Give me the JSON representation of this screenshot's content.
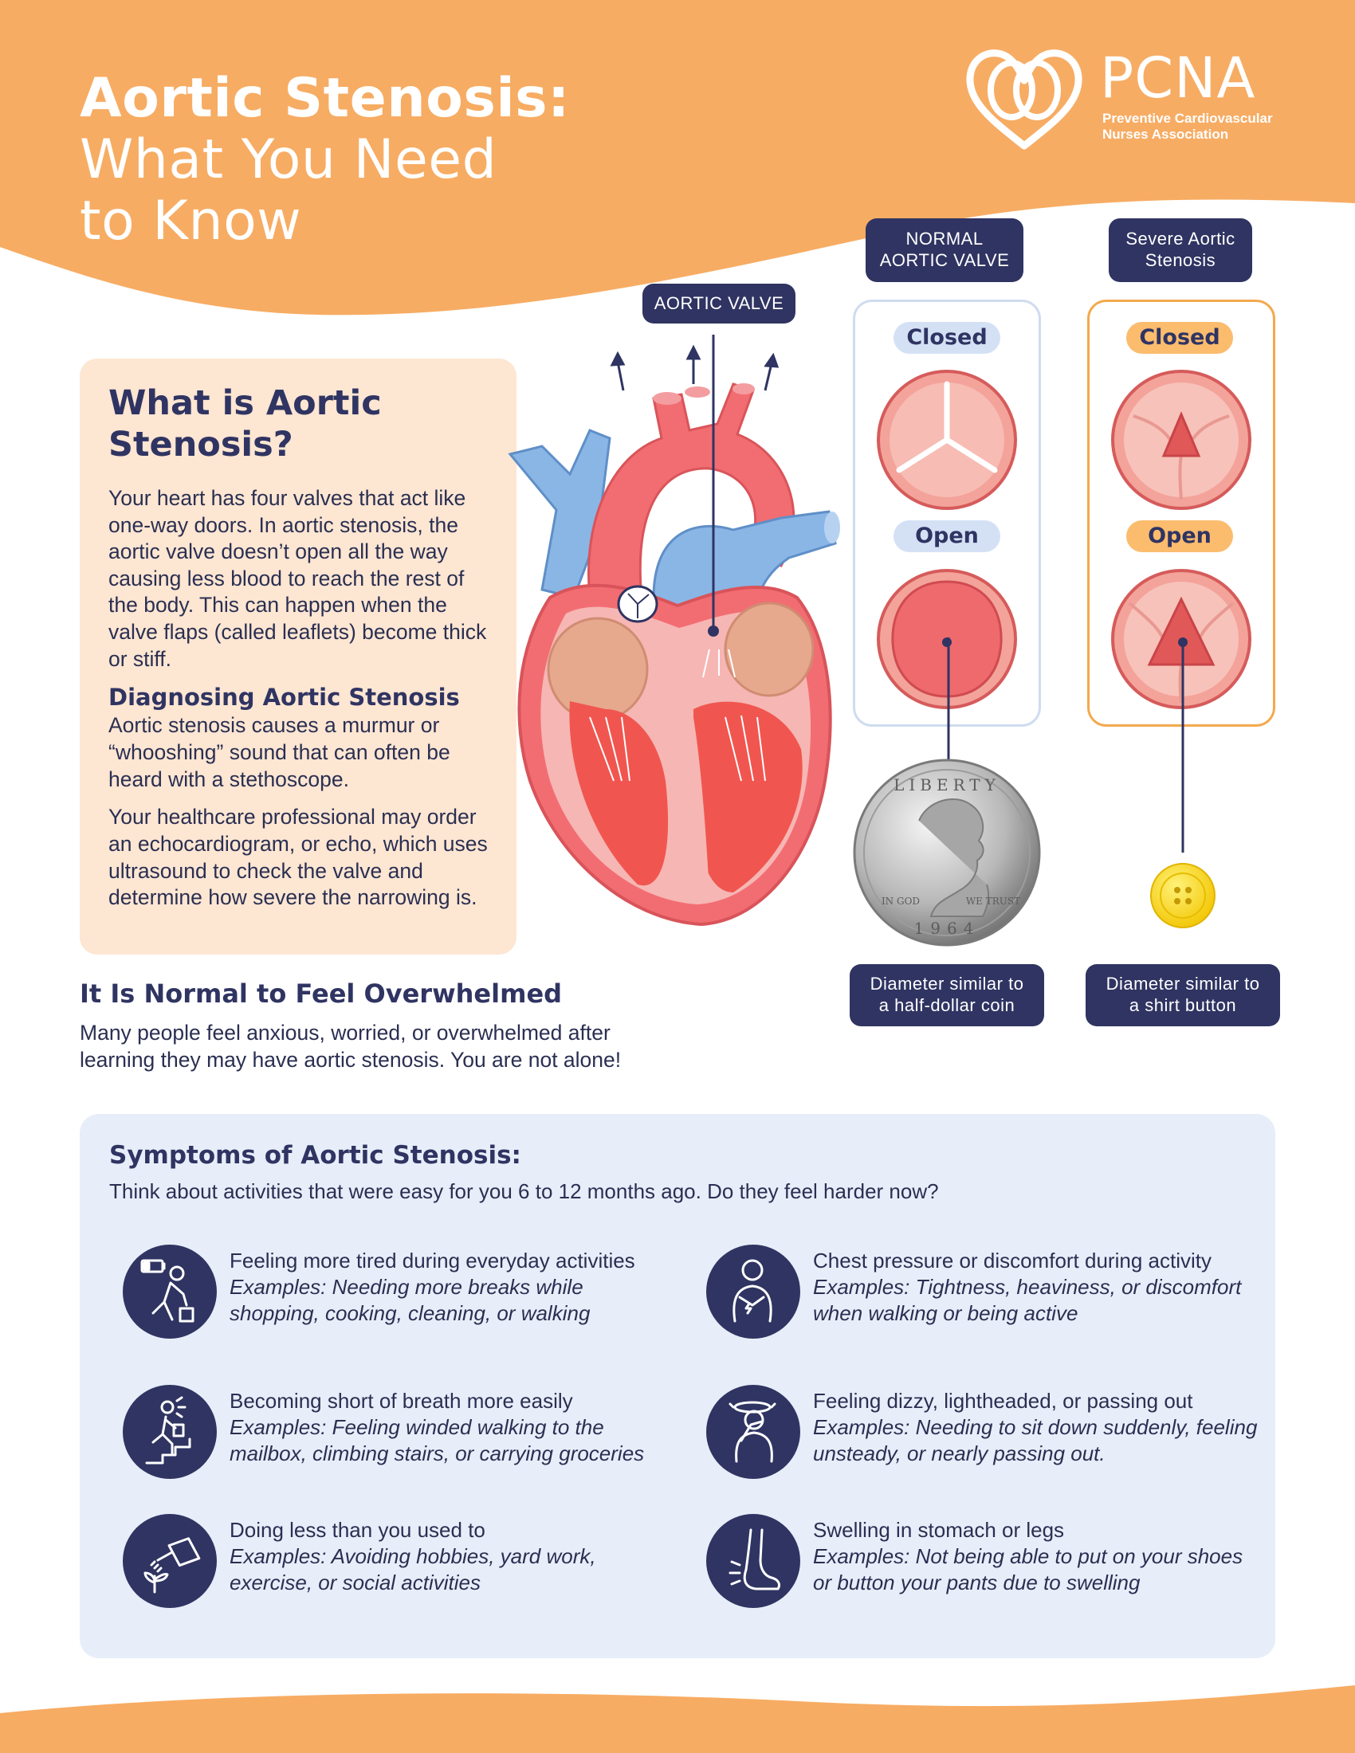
{
  "header": {
    "title_bold": "Aortic Stenosis:",
    "title_rest": [
      "What You Need",
      "to Know"
    ],
    "logo_name": "PCNA",
    "logo_subtitle": [
      "Preventive Cardiovascular",
      "Nurses Association"
    ]
  },
  "colors": {
    "orange": "#f7ac63",
    "navy": "#2f3462",
    "peach": "#fde6d2",
    "light_blue": "#e7eef9"
  },
  "what_is": {
    "heading": "What is Aortic Stenosis?",
    "body": "Your heart has four valves that act like one-way doors. In aortic stenosis, the aortic valve doesn’t open all the way causing less blood to reach the rest of the body. This can happen when the valve flaps (called leaflets) become thick or stiff.",
    "diag_heading": "Diagnosing Aortic Stenosis",
    "diag_body1": "Aortic stenosis causes a murmur or “whooshing” sound that can often be heard with a stethoscope.",
    "diag_body2": "Your healthcare professional may order an echocardiogram, or echo, which uses ultrasound to check the valve and determine how severe the narrowing is."
  },
  "overwhelmed": {
    "heading": "It Is Normal to Feel Overwhelmed",
    "body": "Many people feel anxious, worried, or overwhelmed after learning they may have aortic stenosis. You are not alone!"
  },
  "diagram": {
    "aortic_valve_label": "AORTIC VALVE",
    "normal_label": [
      "NORMAL",
      "AORTIC VALVE"
    ],
    "severe_label": [
      "Severe Aortic",
      "Stenosis"
    ],
    "closed": "Closed",
    "open": "Open",
    "coin_caption": [
      "Diameter similar to",
      "a half-dollar coin"
    ],
    "button_caption": [
      "Diameter similar to",
      "a shirt button"
    ],
    "coin_text": {
      "liberty": "LIBERTY",
      "god": "IN GOD",
      "trust": "WE TRUST",
      "year": "1964"
    }
  },
  "symptoms": {
    "heading": "Symptoms of Aortic Stenosis:",
    "intro": "Think about activities that were easy for you 6 to 12 months ago. Do they feel harder now?",
    "items": [
      {
        "icon": "tired-person-battery-icon",
        "title": "Feeling more tired during everyday activities",
        "examples": "Examples: Needing more breaks while shopping, cooking, cleaning, or walking"
      },
      {
        "icon": "chest-pain-icon",
        "title": "Chest pressure or discomfort during activity",
        "examples": "Examples: Tightness, heaviness, or discomfort when walking or being active"
      },
      {
        "icon": "climbing-stairs-icon",
        "title": "Becoming short of breath more easily",
        "examples": "Examples: Feeling winded walking to the mailbox, climbing stairs, or carrying groceries"
      },
      {
        "icon": "dizzy-head-icon",
        "title": "Feeling dizzy, lightheaded, or passing out",
        "examples": "Examples: Needing to sit down suddenly, feeling unsteady, or nearly passing out."
      },
      {
        "icon": "watering-can-plant-icon",
        "title": "Doing less than you used to",
        "examples": "Examples: Avoiding hobbies, yard work, exercise, or social activities"
      },
      {
        "icon": "swollen-foot-icon",
        "title": "Swelling in stomach or legs",
        "examples": "Examples: Not being able to put on your shoes or button your pants due to swelling"
      }
    ]
  }
}
